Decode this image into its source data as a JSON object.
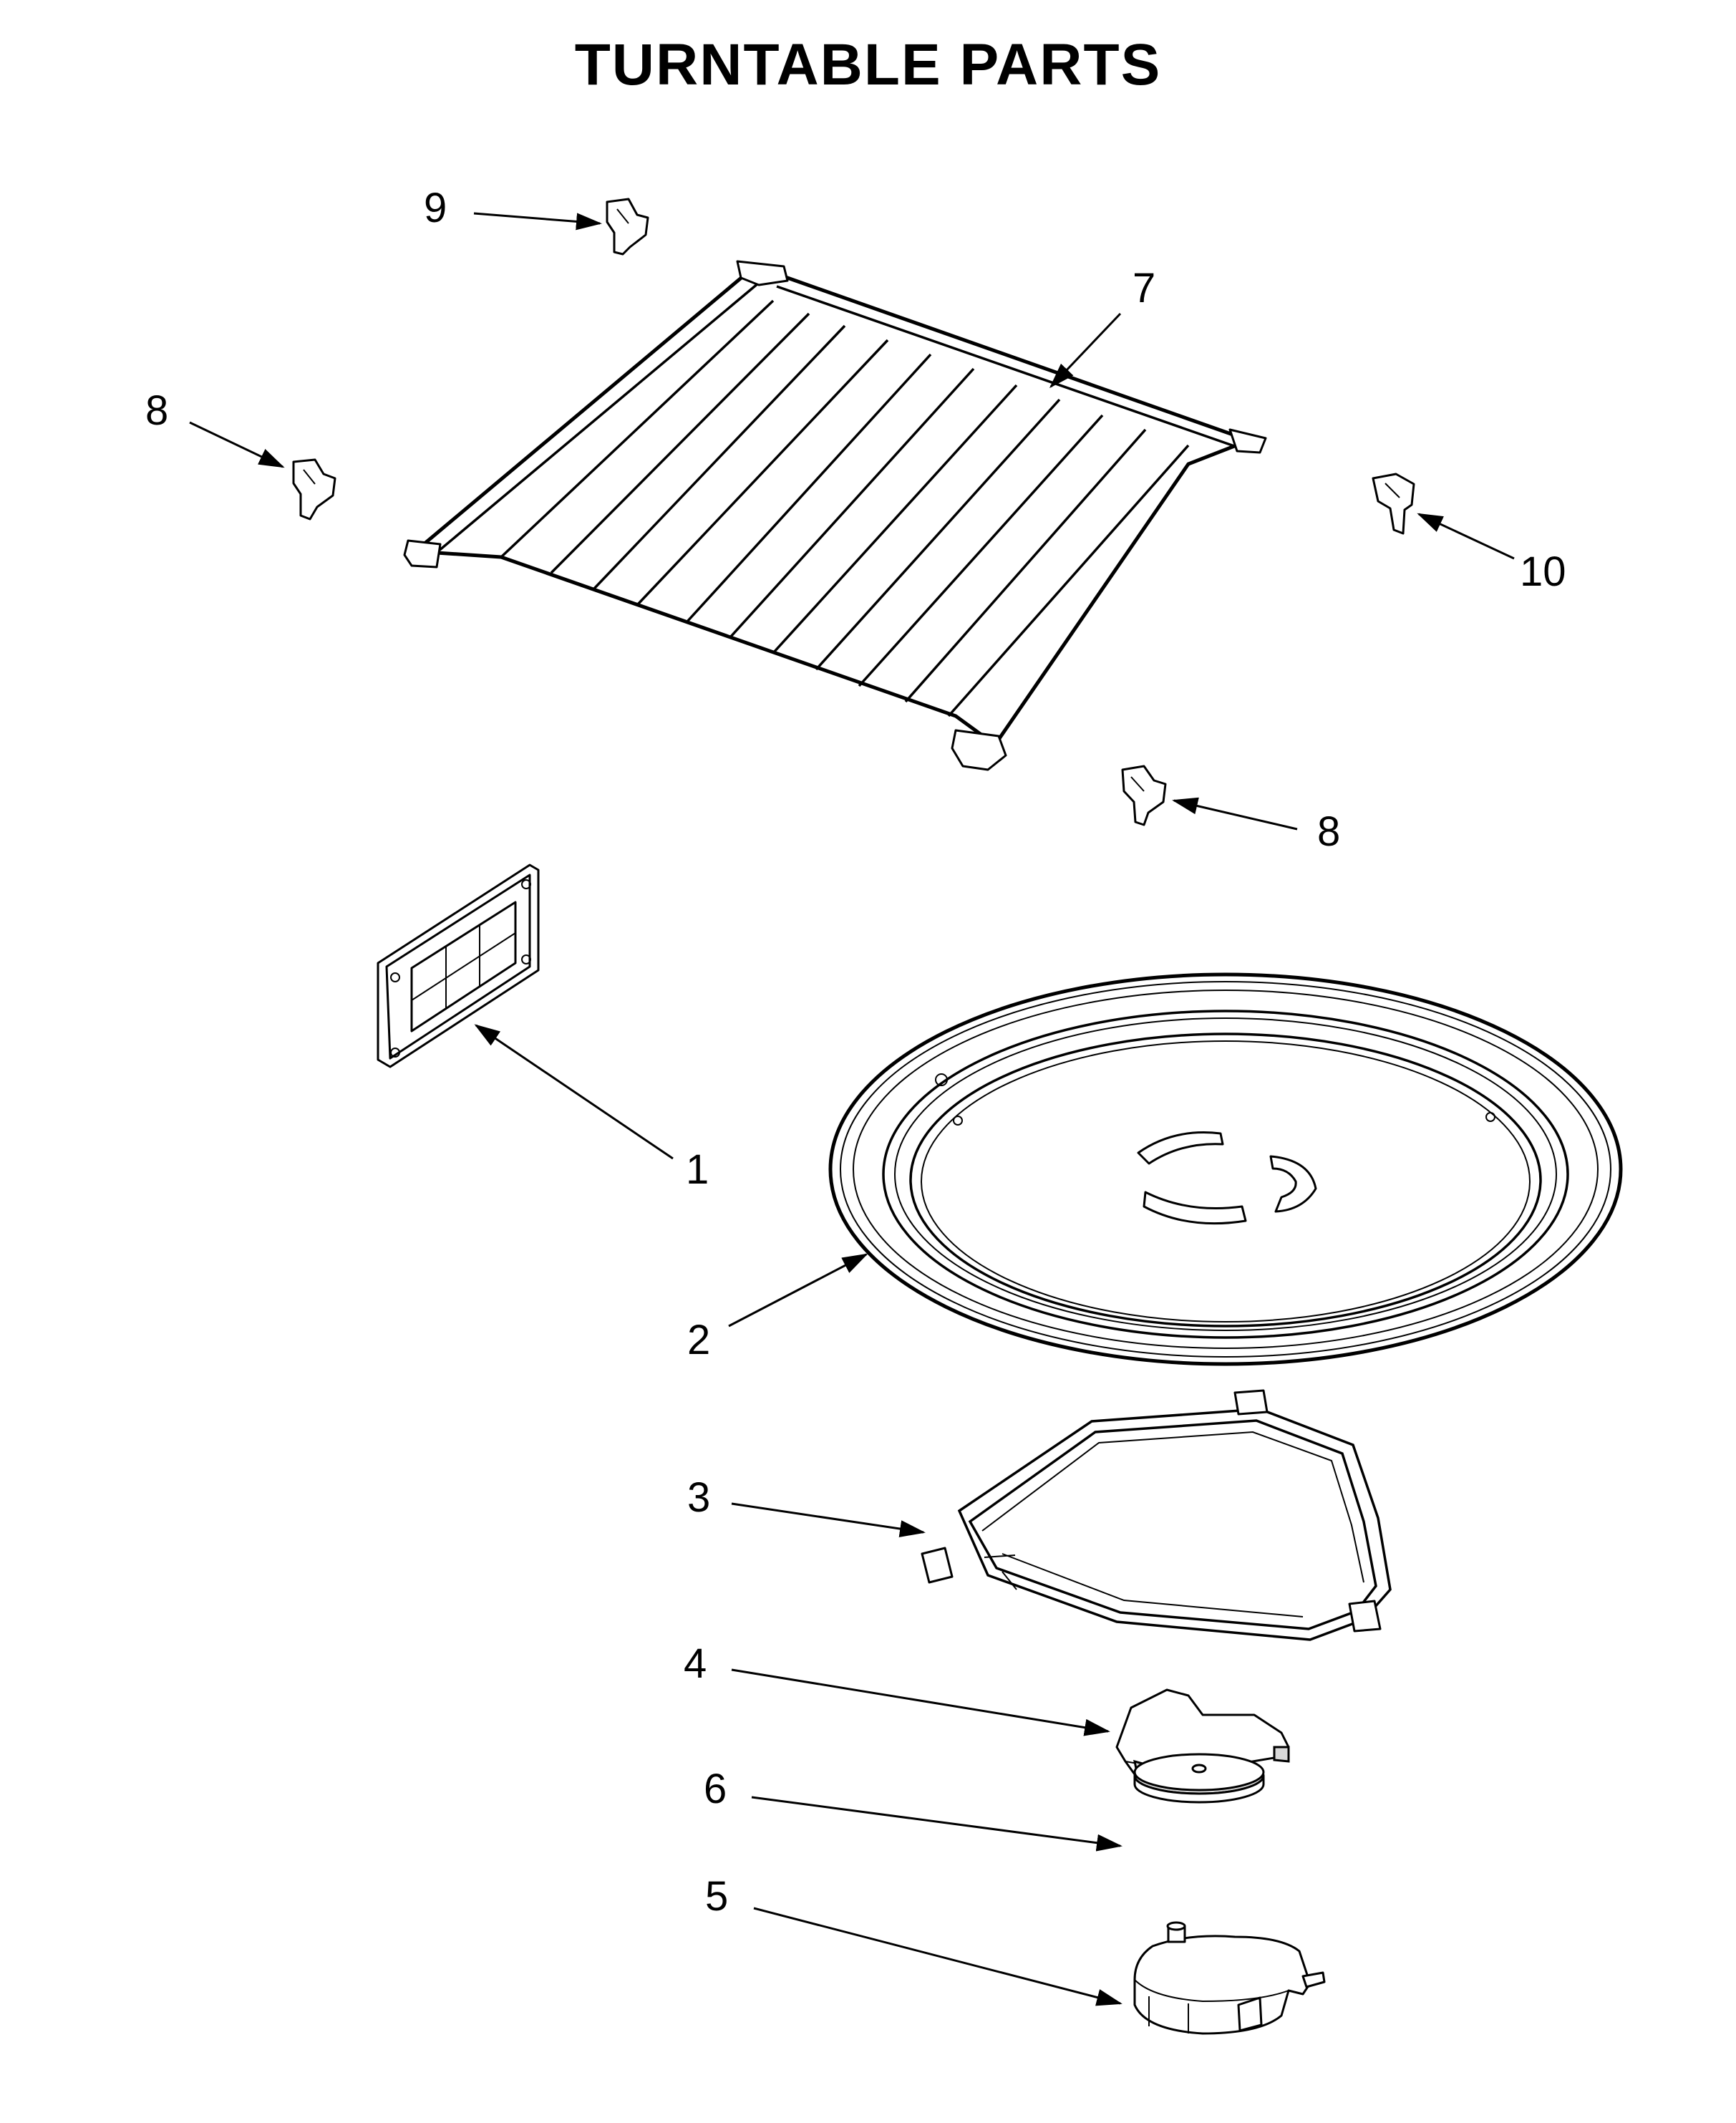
{
  "title": "TURNTABLE PARTS",
  "callouts": [
    {
      "id": "c9",
      "label": "9"
    },
    {
      "id": "c7",
      "label": "7"
    },
    {
      "id": "c8a",
      "label": "8"
    },
    {
      "id": "c10",
      "label": "10"
    },
    {
      "id": "c8b",
      "label": "8"
    },
    {
      "id": "c1",
      "label": "1"
    },
    {
      "id": "c2",
      "label": "2"
    },
    {
      "id": "c3",
      "label": "3"
    },
    {
      "id": "c4",
      "label": "4"
    },
    {
      "id": "c6",
      "label": "6"
    },
    {
      "id": "c5",
      "label": "5"
    }
  ]
}
